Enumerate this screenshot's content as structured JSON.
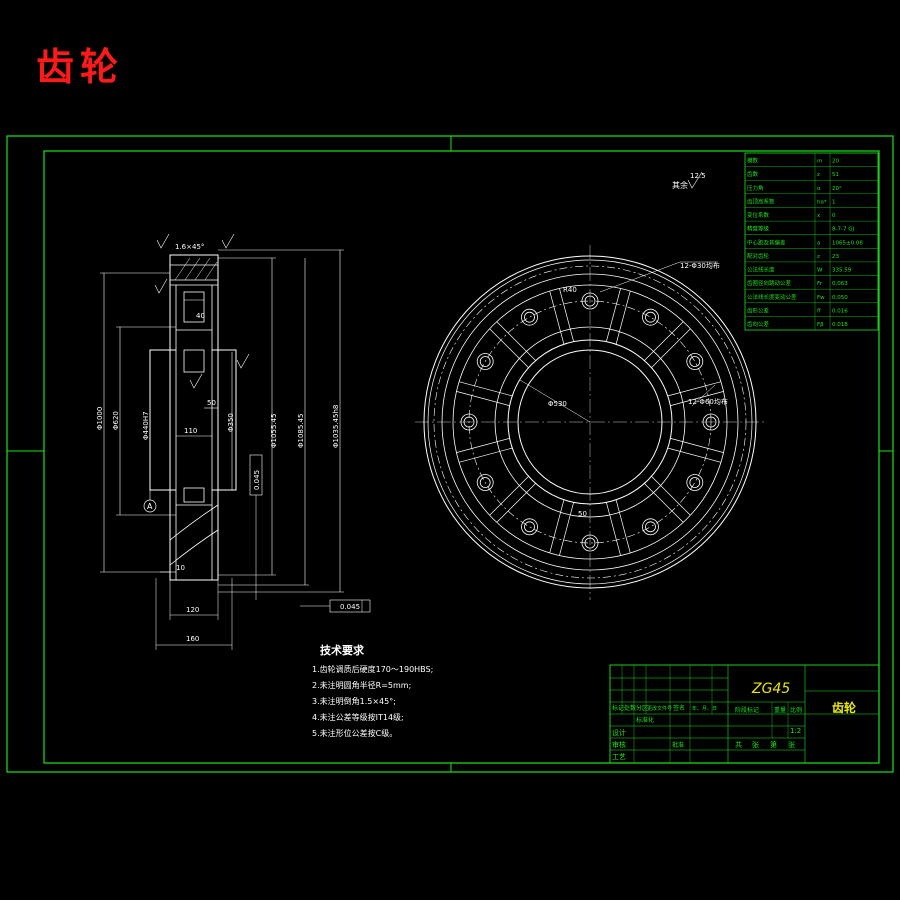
{
  "page_title": "齿轮",
  "tech": {
    "heading": "技术要求",
    "items": [
      "1.齿轮调质后硬度170～190HBS;",
      "2.未注明圆角半径R=5mm;",
      "3.未注明倒角1.5×45°;",
      "4.未注公差等级按IT14级;",
      "5.未注形位公差按C级。"
    ]
  },
  "titleblock": {
    "material": "ZG45",
    "part_name": "齿轮",
    "scale": "1:2",
    "header_cells": [
      "标记",
      "处数",
      "分区",
      "更改文件号",
      "签名",
      "年、月、日"
    ],
    "row_labels": [
      "设计",
      "审核",
      "工艺"
    ],
    "std_label": "标准化",
    "stage_label": "阶段标记",
    "weight_label": "重量",
    "scale_label": "比例",
    "approve_label": "批准",
    "sheet_cells": [
      "共",
      "张",
      "第",
      "张"
    ]
  },
  "dims": {
    "side_top": "1.6×45°",
    "d1000": "Φ1000",
    "d620": "Φ620",
    "d440": "Φ440H7",
    "d350": "Φ350",
    "d1055": "Φ1055.45",
    "d1085": "Φ1085.45",
    "d1035": "Φ1035.45h8",
    "w160": "160",
    "w120": "120",
    "w110": "110",
    "w50": "50",
    "w40": "40",
    "w10": "10",
    "tol1": "0.045",
    "tol2": "0.045",
    "datum": "A",
    "roughness_top": "12.5",
    "rest": "其余",
    "front_holes1": "12-Φ30均布",
    "front_holes2": "12-Φ60均布",
    "front_d530": "Φ530",
    "front_50": "50",
    "front_r": "R40"
  },
  "params": {
    "rows": [
      [
        "模数",
        "m",
        "20"
      ],
      [
        "齿数",
        "z",
        "51"
      ],
      [
        "压力角",
        "α",
        "20°"
      ],
      [
        "齿顶高系数",
        "ha*",
        "1"
      ],
      [
        "变位系数",
        "x",
        "0"
      ],
      [
        "精度等级",
        "",
        "8-7-7 GJ"
      ],
      [
        "中心距及其偏差",
        "a",
        "1065±0.08"
      ],
      [
        "配对齿轮",
        "z",
        "23"
      ],
      [
        "公法线长度",
        "W",
        "335.59"
      ],
      [
        "齿圈径向跳动公差",
        "Fr",
        "0.063"
      ],
      [
        "公法线长度变动公差",
        "Fw",
        "0.050"
      ],
      [
        "齿形公差",
        "ff",
        "0.016"
      ],
      [
        "齿向公差",
        "Fβ",
        "0.018"
      ]
    ]
  },
  "colors": {
    "background": "#000000",
    "frame": "#19e619",
    "drawing": "#ffffff",
    "title": "#ff1a1a"
  }
}
